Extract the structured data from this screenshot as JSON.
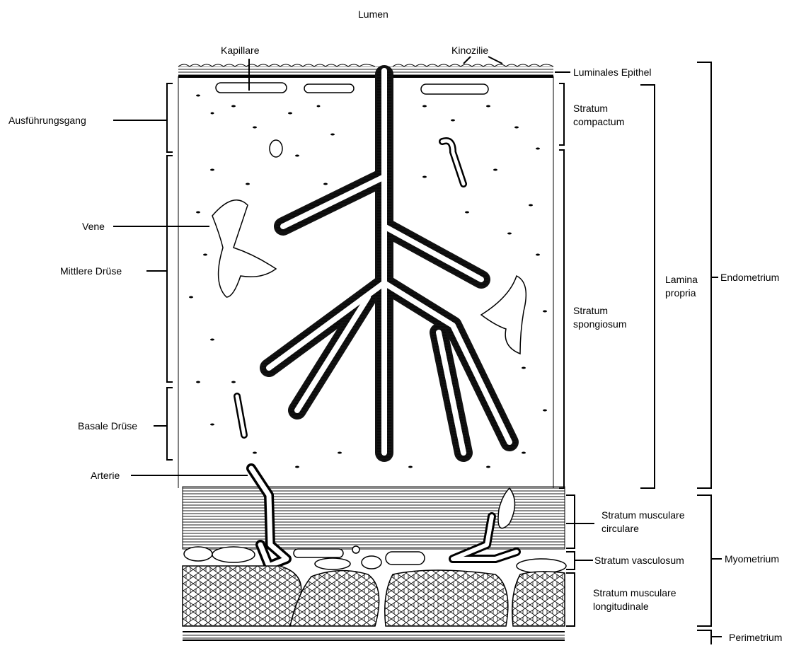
{
  "colors": {
    "ink": "#000000",
    "paper": "#ffffff",
    "gland_wall": "#111111",
    "muscle_bg": "#f2f2f2"
  },
  "labels": {
    "lumen": "Lumen",
    "kapillare": "Kapillare",
    "kinozilie": "Kinozilie",
    "luminales_epithel": "Luminales Epithel",
    "ausfuehrungsgang": "Ausführungsgang",
    "stratum_compactum_1": "Stratum",
    "stratum_compactum_2": "compactum",
    "vene": "Vene",
    "mittlere_druese": "Mittlere Drüse",
    "lamina_propria_1": "Lamina",
    "lamina_propria_2": "propria",
    "endometrium": "Endometrium",
    "stratum_spongiosum_1": "Stratum",
    "stratum_spongiosum_2": "spongiosum",
    "basale_druese": "Basale Drüse",
    "arterie": "Arterie",
    "stratum_musculare_circulare_1": "Stratum musculare",
    "stratum_musculare_circulare_2": "circulare",
    "stratum_vasculosum": "Stratum vasculosum",
    "myometrium": "Myometrium",
    "stratum_musculare_longitudinale_1": "Stratum musculare",
    "stratum_musculare_longitudinale_2": "longitudinale",
    "perimetrium": "Perimetrium"
  }
}
